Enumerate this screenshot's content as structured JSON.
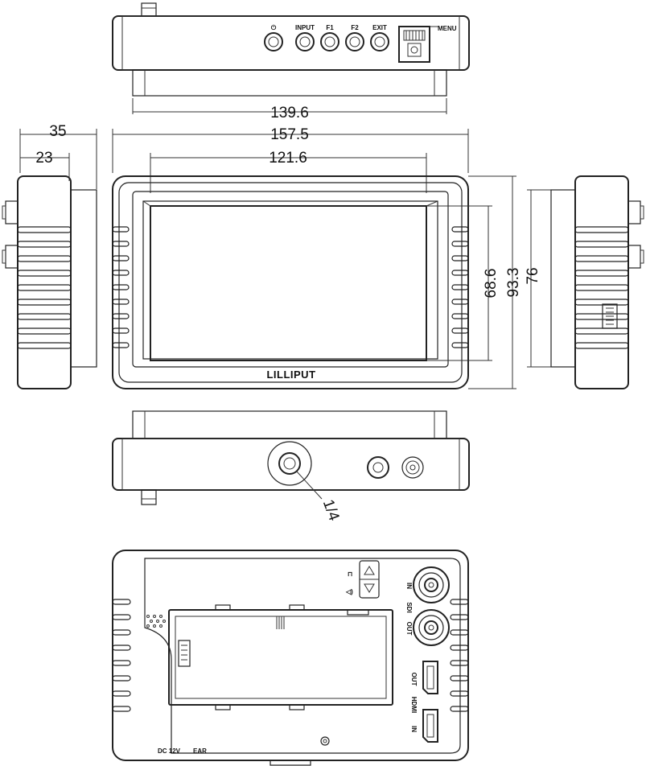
{
  "brand": "LILLIPUT",
  "top_view": {
    "buttons": [
      "⏻",
      "INPUT",
      "F1",
      "F2",
      "EXIT"
    ],
    "menu_label": "MENU",
    "dim_width": "139.6"
  },
  "front_view": {
    "dim_total_width": "157.5",
    "dim_screen_width": "121.6",
    "dim_screen_height": "68.6",
    "dim_inner_height": "93.3",
    "dim_total_height": "76"
  },
  "side_view": {
    "dim_depth": "35",
    "dim_depth_inner": "23"
  },
  "bottom_view": {
    "mount_label": "1/4"
  },
  "back_view": {
    "sdi_in": "IN",
    "sdi_label": "SDI",
    "sdi_out": "OUT",
    "hdmi_out": "OUT",
    "hdmi_label": "HDMI",
    "hdmi_in": "IN",
    "dc_label": "DC 12V",
    "ear_label": "EAR"
  }
}
